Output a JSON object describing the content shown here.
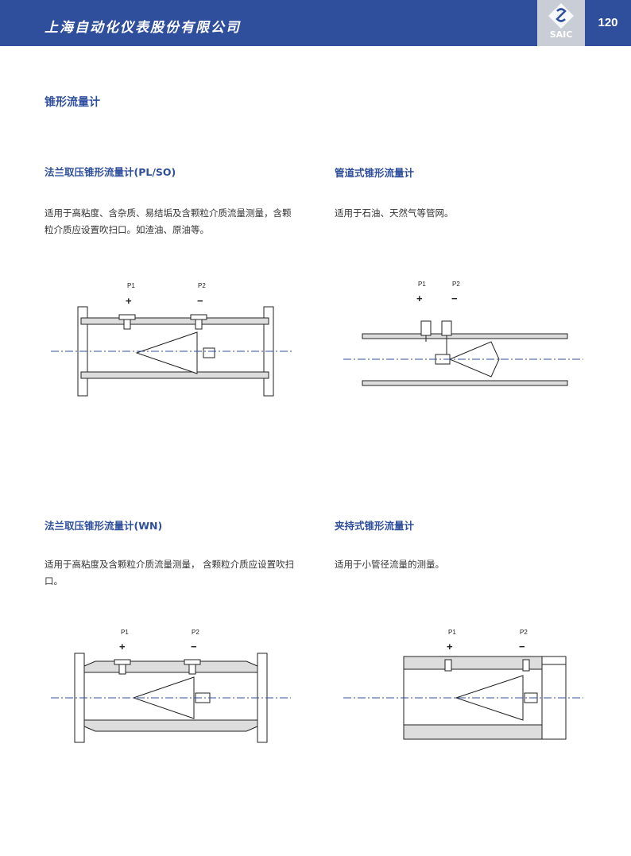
{
  "header": {
    "company": "上海自动化仪表股份有限公司",
    "logo_text": "SAIC",
    "page_number": "120"
  },
  "page_title": "锥形流量计",
  "sections": [
    {
      "title": "法兰取压锥形流量计(PL/SO)",
      "description": "适用于高粘度、含杂质、易结垢及含颗粒介质流量测量，含颗粒介质应设置吹扫口。如渣油、原油等。",
      "p1": "P1",
      "p2": "P2",
      "plus": "+",
      "minus": "−"
    },
    {
      "title": "管道式锥形流量计",
      "description": "适用于石油、天然气等管网。",
      "p1": "P1",
      "p2": "P2",
      "plus": "+",
      "minus": "−"
    },
    {
      "title": "法兰取压锥形流量计(WN)",
      "description": "适用于高粘度及含颗粒介质流量测量， 含颗粒介质应设置吹扫口。",
      "p1": "P1",
      "p2": "P2",
      "plus": "+",
      "minus": "−"
    },
    {
      "title": "夹持式锥形流量计",
      "description": "适用于小管径流量的测量。",
      "p1": "P1",
      "p2": "P2",
      "plus": "+",
      "minus": "−"
    }
  ],
  "colors": {
    "brand_blue": "#2f4f9c",
    "logo_grey": "#c9ced6"
  }
}
